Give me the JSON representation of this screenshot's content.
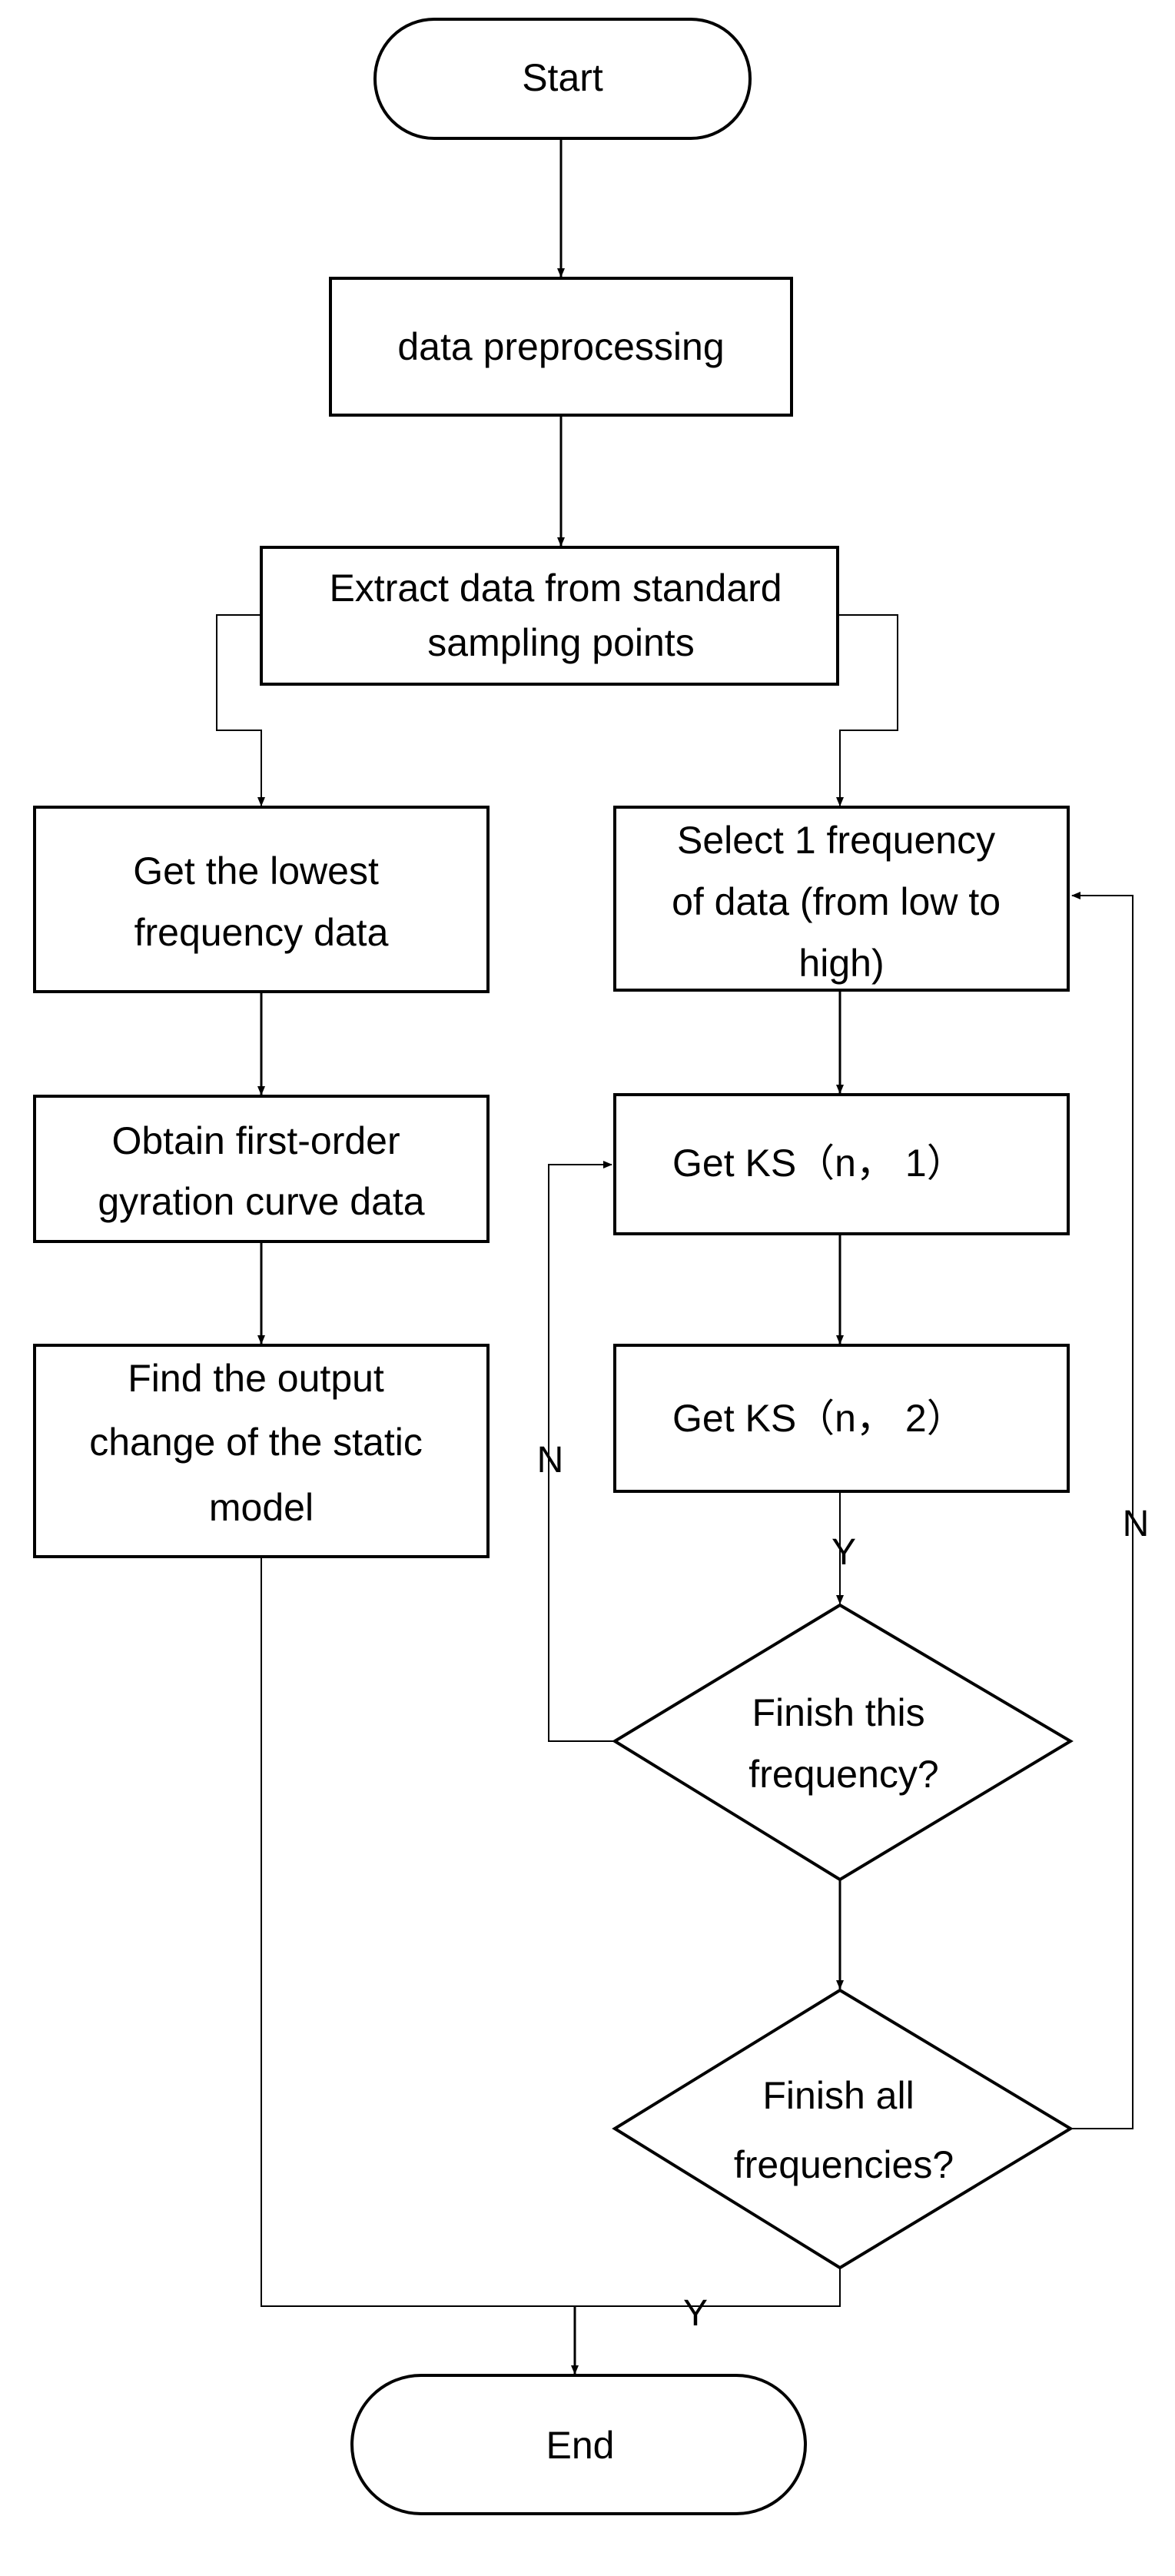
{
  "nodes": {
    "start": {
      "label": "Start"
    },
    "preprocess": {
      "label": "data preprocessing"
    },
    "extract": {
      "lines": [
        "Extract data from standard",
        "sampling points"
      ]
    },
    "lowest": {
      "lines": [
        "Get the lowest",
        "frequency data"
      ]
    },
    "gyration": {
      "lines": [
        "Obtain first-order",
        "gyration curve data"
      ]
    },
    "static_output": {
      "lines": [
        "Find the output",
        "change of the static",
        "model"
      ]
    },
    "select_freq": {
      "lines": [
        "Select 1 frequency",
        "of data (from low to",
        "high)"
      ]
    },
    "ks1": {
      "label": "Get KS（n， 1）"
    },
    "ks2": {
      "label": "Get KS（n， 2）"
    },
    "finish_this": {
      "lines": [
        "Finish this",
        "frequency?"
      ]
    },
    "finish_all": {
      "lines": [
        "Finish all",
        "frequencies?"
      ]
    },
    "end": {
      "label": "End"
    }
  },
  "edge_labels": {
    "ks2_yes": "Y",
    "this_no": "N",
    "all_no": "N",
    "all_yes": "Y"
  }
}
